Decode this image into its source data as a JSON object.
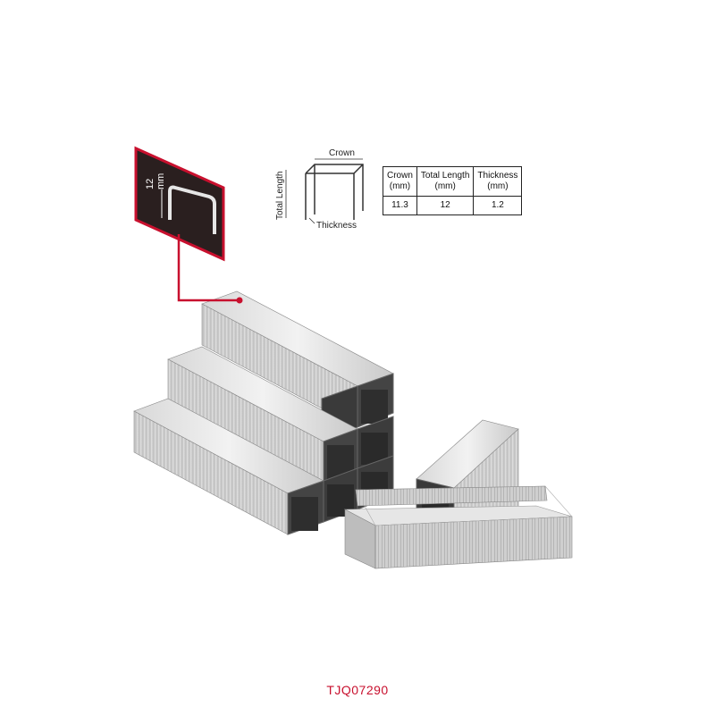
{
  "inset": {
    "measure_value": "12",
    "measure_unit": "mm"
  },
  "diagram": {
    "crown_label": "Crown",
    "length_label": "Total Length",
    "thickness_label": "Thickness"
  },
  "spec_table": {
    "headers": [
      {
        "name": "Crown",
        "unit": "(mm)"
      },
      {
        "name": "Total Length",
        "unit": "(mm)"
      },
      {
        "name": "Thickness",
        "unit": "(mm)"
      }
    ],
    "values": [
      "11.3",
      "12",
      "1.2"
    ]
  },
  "product_code": "TJQ07290",
  "colors": {
    "accent": "#c8102e",
    "panel": "#2a1f1f",
    "metal_light": "#dcdcdc",
    "metal_dark": "#7a7a7a"
  }
}
